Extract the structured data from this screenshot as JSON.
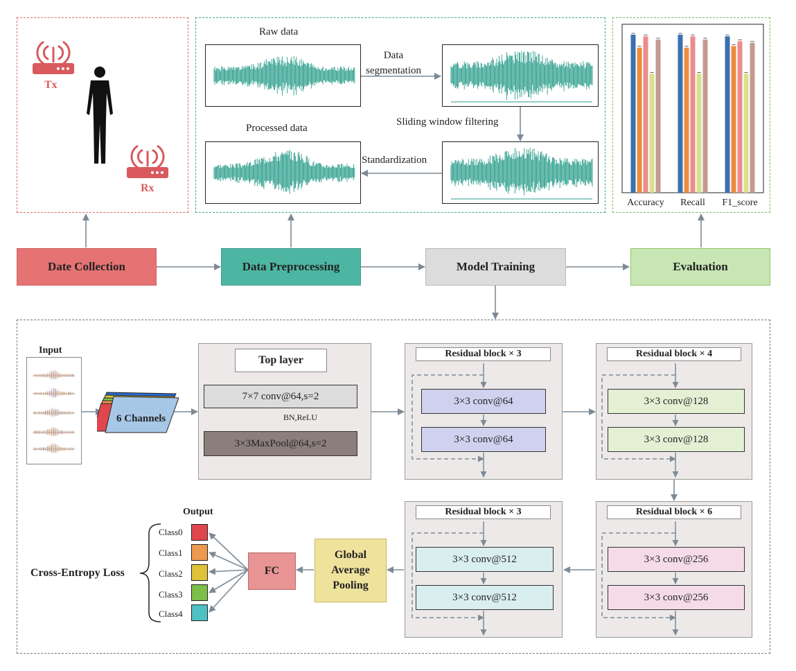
{
  "stages": {
    "collection": "Date Collection",
    "preprocessing": "Data Preprocessing",
    "training": "Model Training",
    "evaluation": "Evaluation"
  },
  "collection": {
    "tx": "Tx",
    "rx": "Rx"
  },
  "preprocessing": {
    "raw": "Raw data",
    "segmentation": "Data\nsegmentation",
    "sliding": "Sliding window filtering",
    "standardization": "Standardization",
    "processed": "Processed data"
  },
  "chart_data": {
    "type": "bar",
    "categories": [
      "Accuracy",
      "Recall",
      "F1_score"
    ],
    "series": [
      {
        "name": "",
        "color": "#3b6fb0",
        "values": [
          0.97,
          0.97,
          0.96
        ]
      },
      {
        "name": "",
        "color": "#ec8c3e",
        "values": [
          0.89,
          0.89,
          0.9
        ]
      },
      {
        "name": "",
        "color": "#ec8c8c",
        "values": [
          0.96,
          0.96,
          0.93
        ]
      },
      {
        "name": "",
        "color": "#d7e28a",
        "values": [
          0.73,
          0.73,
          0.73
        ]
      },
      {
        "name": "",
        "color": "#c49a90",
        "values": [
          0.94,
          0.94,
          0.92
        ]
      }
    ],
    "ylim": [
      0,
      1
    ],
    "grid": false
  },
  "network": {
    "input": "Input",
    "channels": "6 Channels",
    "top_layer": "Top layer",
    "conv7": "7×7 conv@64,s=2",
    "bnrelu": "BN,ReLU",
    "maxpool": "3×3MaxPool@64,s=2",
    "block1": {
      "title": "Residual block × 3",
      "c1": "3×3 conv@64",
      "c2": "3×3 conv@64"
    },
    "block2": {
      "title": "Residual block × 4",
      "c1": "3×3 conv@128",
      "c2": "3×3 conv@128"
    },
    "block3": {
      "title": "Residual block × 6",
      "c1": "3×3 conv@256",
      "c2": "3×3 conv@256"
    },
    "block4": {
      "title": "Residual block × 3",
      "c1": "3×3 conv@512",
      "c2": "3×3 conv@512"
    },
    "gap": "Global\nAverage\nPooling",
    "fc": "FC",
    "output": "Output",
    "loss": "Cross-Entropy Loss",
    "classes": [
      {
        "label": "Class0",
        "color": "#e0474c"
      },
      {
        "label": "Class1",
        "color": "#ee9a4e"
      },
      {
        "label": "Class2",
        "color": "#e0c23a"
      },
      {
        "label": "Class3",
        "color": "#7cc04a"
      },
      {
        "label": "Class4",
        "color": "#4fc0c4"
      }
    ]
  },
  "colors": {
    "collection": "#e57373",
    "preprocessing": "#4db6a3",
    "training": "#dcdcdc",
    "evaluation": "#c8e6b4",
    "wave": "#2a9d8a"
  }
}
